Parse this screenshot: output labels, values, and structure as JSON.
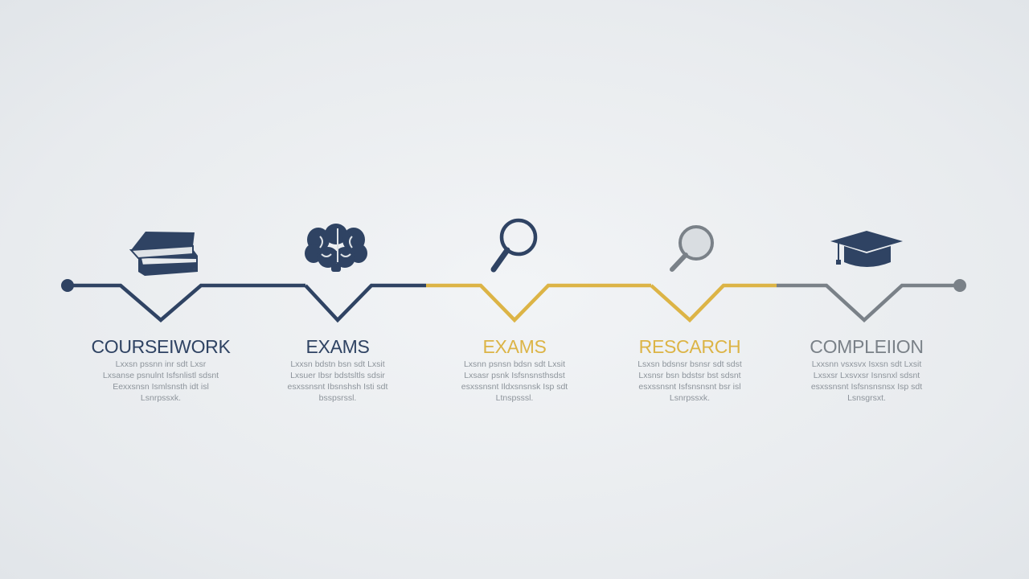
{
  "colors": {
    "navy": "#2f4363",
    "gold": "#dcb446",
    "gray": "#7a8188",
    "desc_text": "#8d949b"
  },
  "stages": [
    {
      "title": "COURSEIWORK",
      "icon": "books-icon",
      "color": "#2f4363",
      "description": [
        "Lxxsn pssnn inr sdt Lxsr",
        "Lxsanse psnulnt Isfsnlistl sdsnt",
        "Eexxsnsn Ismlsnsth idt isl",
        "Lsnrpssxk."
      ]
    },
    {
      "title": "EXAMS",
      "icon": "brain-icon",
      "color": "#2f4363",
      "description": [
        "Lxxsn bdstn bsn sdt Lxsit",
        "Lxsuer Ibsr bdstsltls sdsir",
        "esxssnsnt Ibsnshsh Isti sdt",
        "bsspsrssl."
      ]
    },
    {
      "title": "EXAMS",
      "icon": "magnifier-icon",
      "color": "#dcb446",
      "description": [
        "Lxsnn psnsn bdsn sdt Lxsit",
        "Lxsasr psnk Isfsnsnsthsdst",
        "esxssnsnt Ildxsnsnsk Isp sdt",
        "Ltnspsssl."
      ]
    },
    {
      "title": "RESCARCH",
      "icon": "search-icon",
      "color": "#dcb446",
      "description": [
        "Lsxsn bdsnsr bsnsr sdt sdst",
        "Lxsnsr bsn bdstsr bst sdsnt",
        "esxssnsnt Isfsnsnsnt bsr isl",
        "Lsnrpssxk."
      ]
    },
    {
      "title": "COMPLEIION",
      "icon": "graduation-cap-icon",
      "color": "#7a8188",
      "description": [
        "Lxxsnn vsxsvx Isxsn sdt Lxsit",
        "Lxsxsr Lxsvxsr Isnsnxl sdsnt",
        "esxssnsnt Isfsnsnsnsx Isp sdt",
        "Lsnsgrsxt."
      ]
    }
  ]
}
